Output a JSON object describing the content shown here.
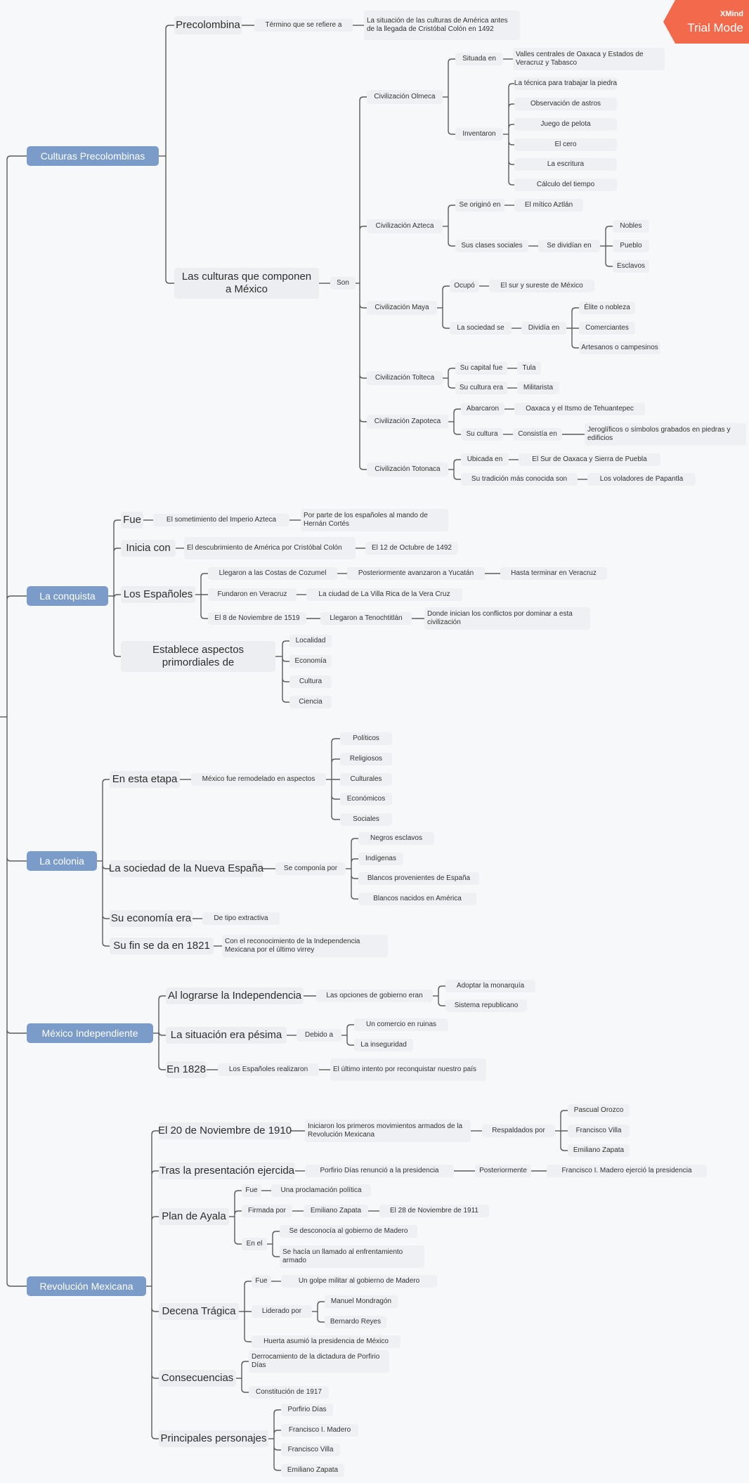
{
  "badge": {
    "brand": "XMind",
    "mode": "Trial Mode"
  },
  "colors": {
    "topic": "#7b9cc9",
    "line": "#5a5a5a",
    "badge": "#f26a4b"
  },
  "sections": {
    "culturas": {
      "label": "Culturas Precolombinas",
      "precolombina": {
        "label": "Precolombina",
        "rel": "Término que se refiere a",
        "def": "La situación de las culturas de América antes de la llegada de Cristóbal Colón en 1492"
      },
      "componen": {
        "label": "Las culturas que componen a México",
        "rel": "Son",
        "olmeca": {
          "label": "Civilización Olmeca",
          "situada": "Situada en",
          "situada_val": "Valles centrales de Oaxaca y Estados de Veracruz y Tabasco",
          "inventaron": "Inventaron",
          "items": [
            "La técnica para trabajar la piedra",
            "Observación de astros",
            "Juego de pelota",
            "El cero",
            "La escritura",
            "Cálculo del tiempo"
          ]
        },
        "azteca": {
          "label": "Civilización Azteca",
          "origen": "Se originó en",
          "origen_val": "El mítico Aztlán",
          "clases": "Sus clases sociales",
          "dividian": "Se dividían en",
          "items": [
            "Nobles",
            "Pueblo",
            "Esclavos"
          ]
        },
        "maya": {
          "label": "Civilización Maya",
          "ocupo": "Ocupó",
          "ocupo_val": "El sur y sureste de México",
          "sociedad": "La sociedad se",
          "dividia": "Dividía en",
          "items": [
            "Élite o nobleza",
            "Comerciantes",
            "Artesanos o campesinos"
          ]
        },
        "tolteca": {
          "label": "Civilización Tolteca",
          "capital": "Su capital fue",
          "capital_val": "Tula",
          "cultura": "Su cultura era",
          "cultura_val": "Militarista"
        },
        "zapoteca": {
          "label": "Civilización Zapoteca",
          "abarcaron": "Abarcaron",
          "abarcaron_val": "Oaxaca y el Itsmo de Tehuantepec",
          "cultura": "Su cultura",
          "consistia": "Consistía en",
          "consistia_val": "Jeroglíficos o símbolos grabados en piedras y edificios"
        },
        "totonaca": {
          "label": "Civilización Totonaca",
          "ubicada": "Ubicada en",
          "ubicada_val": "El Sur de Oaxaca y Sierra de Puebla",
          "tradicion": "Su tradición más conocida son",
          "tradicion_val": "Los voladores de Papantla"
        }
      }
    },
    "conquista": {
      "label": "La conquista",
      "fue": "Fue",
      "fue_a": "El sometimiento del Imperio Azteca",
      "fue_b": "Por parte de los españoles al mando de Hernán Cortés",
      "inicia": "Inicia con",
      "inicia_a": "El descubrimiento de América por Cristóbal Colón",
      "inicia_b": "El 12 de Octubre de 1492",
      "espanoles": "Los Españoles",
      "e1": "Llegaron a las Costas de Cozumel",
      "e1b": "Posteriormente avanzaron a Yucatán",
      "e1c": "Hasta terminar en Veracruz",
      "e2": "Fundaron en Veracruz",
      "e2b": "La ciudad de La Villa Rica de la Vera Cruz",
      "e3": "El 8 de Noviembre de 1519",
      "e3b": "Llegaron a Tenochtitlán",
      "e3c": "Donde inician los conflictos por dominar a esta civilización",
      "establece": "Establece aspectos primordiales de",
      "aspectos": [
        "Localidad",
        "Economía",
        "Cultura",
        "Ciencia"
      ]
    },
    "colonia": {
      "label": "La colonia",
      "etapa": "En esta etapa",
      "etapa_rel": "México fue remodelado en aspectos",
      "aspectos": [
        "Políticos",
        "Religiosos",
        "Culturales",
        "Económicos",
        "Sociales"
      ],
      "sociedad": "La sociedad de la Nueva España",
      "sociedad_rel": "Se componía por",
      "grupos": [
        "Negros esclavos",
        "Indígenas",
        "Blancos provenientes de España",
        "Blancos nacidos en América"
      ],
      "economia": "Su economía era",
      "economia_val": "De tipo extractiva",
      "fin": "Su fin se da en 1821",
      "fin_val": "Con el reconocimiento de la Independencia Mexicana por el último virrey"
    },
    "independiente": {
      "label": "México Independiente",
      "lograrse": "Al lograrse la Independencia",
      "opciones": "Las opciones de gobierno eran",
      "opciones_items": [
        "Adoptar la monarquía",
        "Sistema republicano"
      ],
      "situacion": "La situación era pésima",
      "debido": "Debido a",
      "debido_items": [
        "Un comercio en ruinas",
        "La inseguridad"
      ],
      "en1828": "En 1828",
      "realizaron": "Los Españoles realizaron",
      "intento": "El último intento por reconquistar nuestro país"
    },
    "revolucion": {
      "label": "Revolución Mexicana",
      "nov20": "El 20 de Noviembre de 1910",
      "iniciaron": "Iniciaron los primeros movimientos armados de la Revolución Mexicana",
      "respaldados": "Respaldados por",
      "respaldo_items": [
        "Pascual Orozco",
        "Francisco Villa",
        "Emiliano Zapata"
      ],
      "tras": "Tras la presentación ejercida",
      "porfirio_renuncio": "Porfirio Días renunció a la presidencia",
      "posteriormente": "Posteriormente",
      "madero_ejercio": "Francisco I. Madero ejerció la presidencia",
      "ayala": "Plan de Ayala",
      "ayala_fue": "Fue",
      "ayala_fue_val": "Una proclamación política",
      "firmada": "Firmada por",
      "firmada_val": "Emiliano Zapata",
      "firmada_fecha": "El 28 de Noviembre de 1911",
      "enel": "En el",
      "enel_a": "Se desconocía al gobierno de Madero",
      "enel_b": "Se hacía un llamado al enfrentamiento armado",
      "decena": "Decena Trágica",
      "decena_fue": "Fue",
      "decena_fue_val": "Un golpe militar al gobierno de Madero",
      "liderado": "Liderado por",
      "liderado_items": [
        "Manuel Mondragón",
        "Bernardo Reyes"
      ],
      "huerta": "Huerta asumió la presidencia de México",
      "consecuencias": "Consecuencias",
      "consecuencias_items": [
        "Derrocamiento de la dictadura de Porfirio Días",
        "Constitución de 1917"
      ],
      "personajes": "Principales personajes",
      "personajes_items": [
        "Porfirio Días",
        "Francisco I. Madero",
        "Francisco Villa",
        "Emiliano Zapata"
      ]
    }
  }
}
